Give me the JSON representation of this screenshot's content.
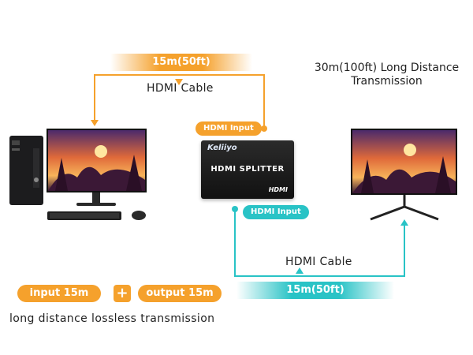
{
  "top_cable": {
    "distance": "15m(50ft)",
    "label": "HDMI Cable"
  },
  "bottom_cable": {
    "distance": "15m(50ft)",
    "label": "HDMI Cable"
  },
  "badges": {
    "top": "HDMI Input",
    "bottom": "HDMI Input"
  },
  "title": "30m(100ft) Long Distance Transmission",
  "bottom_row": {
    "input": "input 15m",
    "plus": "+",
    "output": "output 15m",
    "tagline": "long distance lossless transmission"
  },
  "splitter": {
    "brand": "Keliiyo",
    "title": "HDMI SPLITTER",
    "logo": "HDMI"
  },
  "colors": {
    "orange": "#f5a12c",
    "teal": "#29c3c6"
  }
}
